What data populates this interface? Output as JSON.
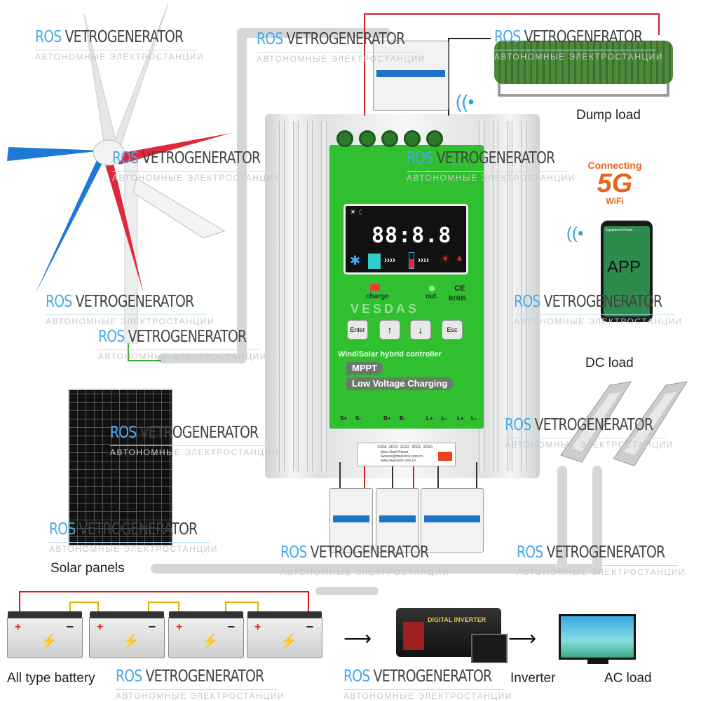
{
  "watermark": {
    "brand_a": "ROS",
    "brand_b": "VETROGENERATOR",
    "subtitle": "АВТОНОМНЫЕ ЭЛЕКТРОСТАНЦИИ"
  },
  "labels": {
    "dump_load": "Dump load",
    "dc_load": "DC load",
    "solar_panels": "Solar panels",
    "battery": "All type battery",
    "inverter": "Inverter",
    "ac_load": "AC load"
  },
  "wifi_badge": {
    "top": "Connecting",
    "big": "5G",
    "bottom": "WiFi",
    "color": "#e8641e"
  },
  "phone": {
    "app_label": "APP",
    "screen_title": "Equipment Detail"
  },
  "controller": {
    "display_digits": "88:8.8",
    "indicator_charge": "charge",
    "indicator_out": "out",
    "cert": "ROHS",
    "ce": "CE",
    "keys": [
      "Enter",
      "↑",
      "↓",
      "Esc"
    ],
    "title": "Wind/Solar hybrid controller",
    "feature_1": "MPPT",
    "feature_2": "Low Voltage Charging",
    "terminals": [
      "S+",
      "S-",
      "B+",
      "B-",
      "L+",
      "L-",
      "L+",
      "L-"
    ],
    "label_years": [
      "2024",
      "2023",
      "2022",
      "2021",
      "2020"
    ],
    "maker": "Mars Rock Power",
    "email": "Service@marsrock.com.cn",
    "web": "www.marsrock.com.cn",
    "brand": "VESDAS",
    "panel_color": "#2fbf2f"
  },
  "inverter_device": {
    "label": "DIGITAL INVERTER"
  }
}
